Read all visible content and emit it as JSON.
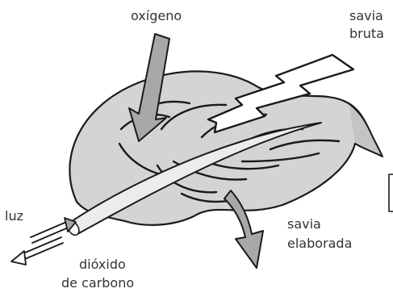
{
  "labels": {
    "oxygen": "oxígeno",
    "raw_sap_line1": "savia",
    "raw_sap_line2": "bruta",
    "light": "luz",
    "elaborated_sap_line1": "savia",
    "elaborated_sap_line2": "elaborada",
    "co2_line1": "dióxido",
    "co2_line2": "de carbono"
  },
  "colors": {
    "leaf_fill": "#d4d4d4",
    "outline": "#1a1a1a",
    "arrow_fill": "#a8a8a8",
    "bolt_fill": "#ffffff",
    "text": "#333333"
  }
}
